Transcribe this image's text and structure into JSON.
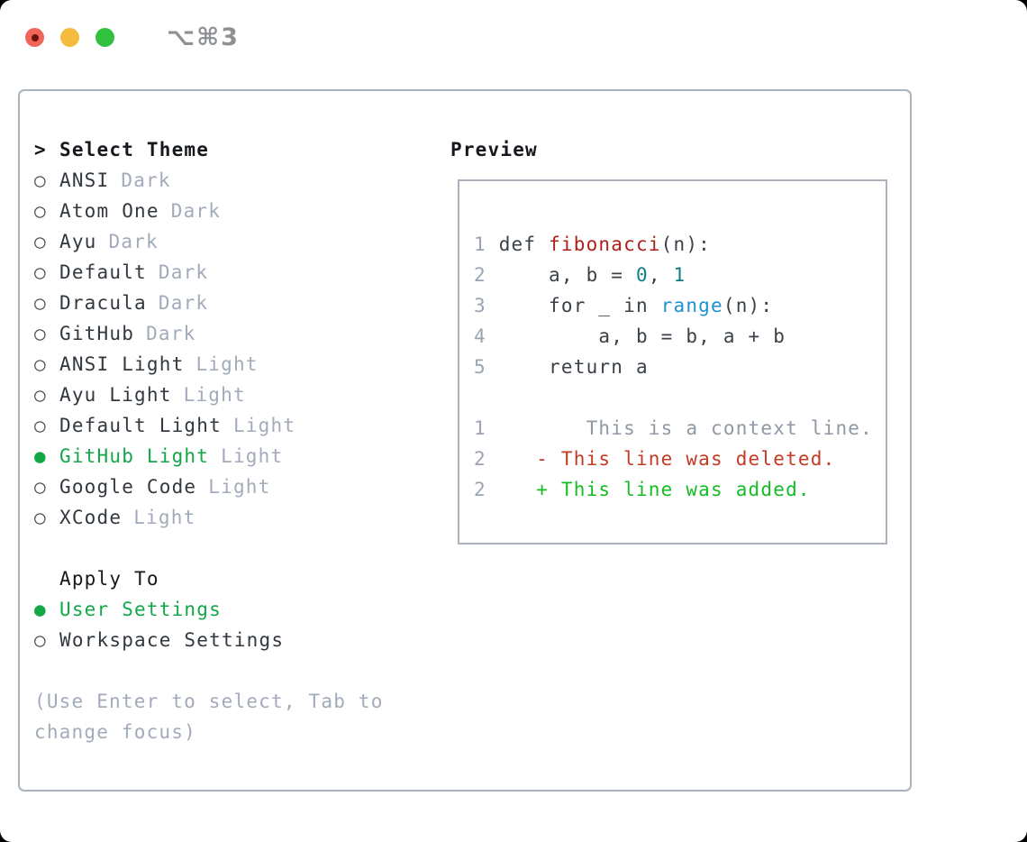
{
  "window": {
    "title": "⌥⌘3"
  },
  "colors": {
    "green": "#12a848",
    "added_green": "#15bd24",
    "deleted_red": "#c43a24",
    "func_red": "#ae2019",
    "number_teal": "#0f7d87",
    "builtin_blue": "#1e91d2",
    "text_dark": "#31383f",
    "heading_black": "#15181c",
    "muted_gray": "#a2abbb",
    "line_number_gray": "#9aa4b2",
    "context_gray": "#8f99a5",
    "panel_border": "#aab3bd",
    "titlebar_gray": "#8d9095",
    "traffic_red": "#f1655b",
    "traffic_red_dot": "#6e120b",
    "traffic_yellow": "#f5bb3f",
    "traffic_green": "#31c13e"
  },
  "theme_picker": {
    "header": {
      "marker": ">",
      "label": "Select Theme"
    },
    "radio_unselected": "○",
    "radio_selected": "●",
    "themes": [
      {
        "name": "ANSI",
        "variant": "Dark",
        "selected": false
      },
      {
        "name": "Atom One",
        "variant": "Dark",
        "selected": false
      },
      {
        "name": "Ayu",
        "variant": "Dark",
        "selected": false
      },
      {
        "name": "Default",
        "variant": "Dark",
        "selected": false
      },
      {
        "name": "Dracula",
        "variant": "Dark",
        "selected": false
      },
      {
        "name": "GitHub",
        "variant": "Dark",
        "selected": false
      },
      {
        "name": "ANSI Light",
        "variant": "Light",
        "selected": false
      },
      {
        "name": "Ayu Light",
        "variant": "Light",
        "selected": false
      },
      {
        "name": "Default Light",
        "variant": "Light",
        "selected": false
      },
      {
        "name": "GitHub Light",
        "variant": "Light",
        "selected": true
      },
      {
        "name": "Google Code",
        "variant": "Light",
        "selected": false
      },
      {
        "name": "XCode",
        "variant": "Light",
        "selected": false
      }
    ],
    "apply_to": {
      "label": "Apply To",
      "options": [
        {
          "label": "User Settings",
          "selected": true
        },
        {
          "label": "Workspace Settings",
          "selected": false
        }
      ]
    },
    "help_lines": [
      "(Use Enter to select, Tab to",
      "change focus)"
    ]
  },
  "preview": {
    "title": "Preview",
    "lines": [
      {
        "num": "1",
        "segments": [
          {
            "t": "def ",
            "c": "fg"
          },
          {
            "t": "fibonacci",
            "c": "func"
          },
          {
            "t": "(n):",
            "c": "fg"
          }
        ]
      },
      {
        "num": "2",
        "segments": [
          {
            "t": "    a, b = ",
            "c": "fg"
          },
          {
            "t": "0",
            "c": "num"
          },
          {
            "t": ", ",
            "c": "fg"
          },
          {
            "t": "1",
            "c": "num"
          }
        ]
      },
      {
        "num": "3",
        "segments": [
          {
            "t": "    for _ in ",
            "c": "fg"
          },
          {
            "t": "range",
            "c": "builtin"
          },
          {
            "t": "(n):",
            "c": "fg"
          }
        ]
      },
      {
        "num": "4",
        "segments": [
          {
            "t": "        a, b = b, a + b",
            "c": "fg"
          }
        ]
      },
      {
        "num": "5",
        "segments": [
          {
            "t": "    return a",
            "c": "fg"
          }
        ]
      },
      {
        "num": "",
        "segments": []
      },
      {
        "num": "1",
        "segments": [
          {
            "t": "       This is a context line.",
            "c": "ctx"
          }
        ]
      },
      {
        "num": "2",
        "segments": [
          {
            "t": "   - This line was deleted.",
            "c": "del"
          }
        ]
      },
      {
        "num": "2",
        "segments": [
          {
            "t": "   + This line was added.",
            "c": "add"
          }
        ]
      }
    ]
  }
}
